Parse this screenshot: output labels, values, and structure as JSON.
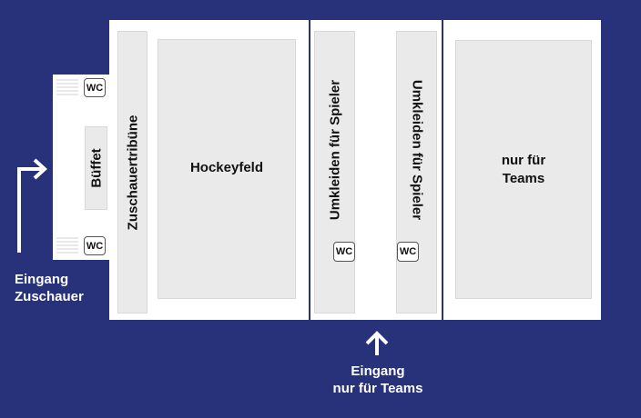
{
  "labels": {
    "hockey_field": "Hockeyfeld",
    "spectator_stand": "Zuschauertribüne",
    "buffet": "Büffet",
    "changing_left": "Umkleiden für Spieler",
    "changing_right": "Umkleiden für Spieler",
    "teams_only_line1": "nur für",
    "teams_only_line2": "Teams",
    "wc": "WC"
  },
  "entrances": {
    "spectators_line1": "Eingang",
    "spectators_line2": "Zuschauer",
    "teams_line1": "Eingang",
    "teams_line2": "nur für Teams"
  },
  "colors": {
    "background": "#27327a",
    "building": "#ffffff",
    "room": "#eaeaea"
  },
  "icons": [
    "arrow-right-up-icon",
    "arrow-up-icon",
    "stairs-icon"
  ]
}
